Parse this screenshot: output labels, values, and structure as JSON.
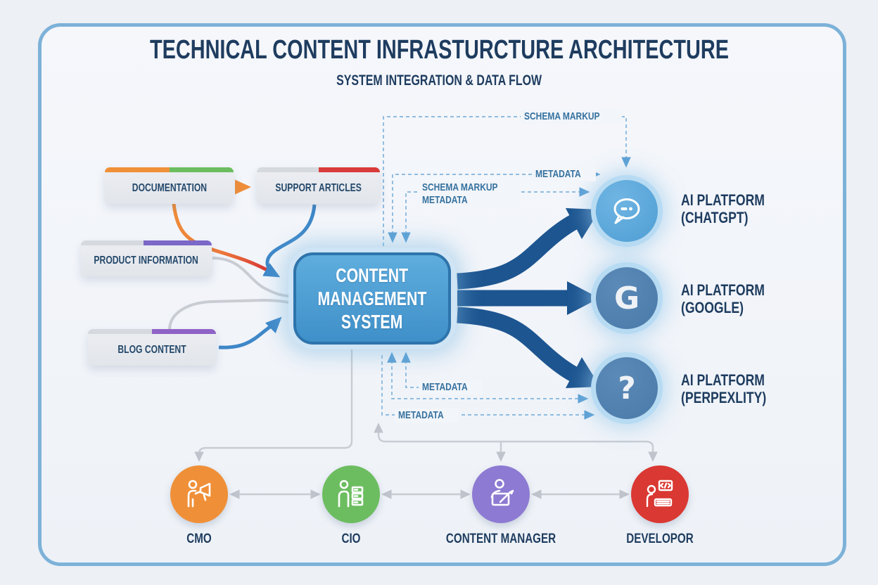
{
  "header": {
    "title": "TECHNICAL CONTENT INFRASTURCTURE ARCHITECTURE",
    "subtitle": "SYSTEM INTEGRATION & DATA FLOW"
  },
  "sources": [
    {
      "label": "DOCUMENTATION",
      "bar_left": "#f09038",
      "bar_right": "#6cbd5f"
    },
    {
      "label": "SUPPORT ARTICLES",
      "bar_left": "#d6d9de",
      "bar_right": "#d93b3b"
    },
    {
      "label": "PRODUCT INFORMATION",
      "bar_left": "#d6d9de",
      "bar_right": "#7b68c8"
    },
    {
      "label": "BLOG CONTENT",
      "bar_left": "#d6d9de",
      "bar_right": "#8f63c6"
    }
  ],
  "cms": {
    "lines": [
      "CONTENT",
      "MANAGEMENT",
      "SYSTEM"
    ],
    "fill": "#4a9ed6"
  },
  "platforms": [
    {
      "name": "AI PLATFORM",
      "detail": "(CHATGPT)",
      "icon": "chat-bubble-icon",
      "fill": "#5ba8db"
    },
    {
      "name": "AI PLATFORM",
      "detail": "(GOOGLE)",
      "icon": "google-g-icon",
      "glyph": "G",
      "fill": "#4d7fb0"
    },
    {
      "name": "AI PLATFORM",
      "detail": "(PERPEXLITY)",
      "icon": "question-mark-icon",
      "glyph": "?",
      "fill": "#4d7fb0"
    }
  ],
  "flow_labels": {
    "top_schema": "SCHEMA MARKUP",
    "top_metadata": "METADATA",
    "mid_schema": "SCHEMA MARKUP",
    "mid_metadata": "METADATA",
    "low_metadata": "METADATA",
    "bottom_metadata": "METADATA"
  },
  "roles": [
    {
      "label": "CMO",
      "color": "#ef9038",
      "icon": "megaphone-person-icon"
    },
    {
      "label": "CIO",
      "color": "#6cbd60",
      "icon": "server-person-icon"
    },
    {
      "label": "CONTENT MANAGER",
      "color": "#8d7ad2",
      "icon": "editor-person-icon"
    },
    {
      "label": "DEVELOPOR",
      "color": "#da3832",
      "icon": "developer-person-icon"
    }
  ],
  "colors": {
    "arrow_navy": "#1d5590",
    "dashed_blue": "#82b4dc",
    "flow_label_blue": "#35719f",
    "title_navy": "#1e3c5f",
    "connector_gray": "#c8ccd3",
    "frame_border": "#7db2d8"
  }
}
